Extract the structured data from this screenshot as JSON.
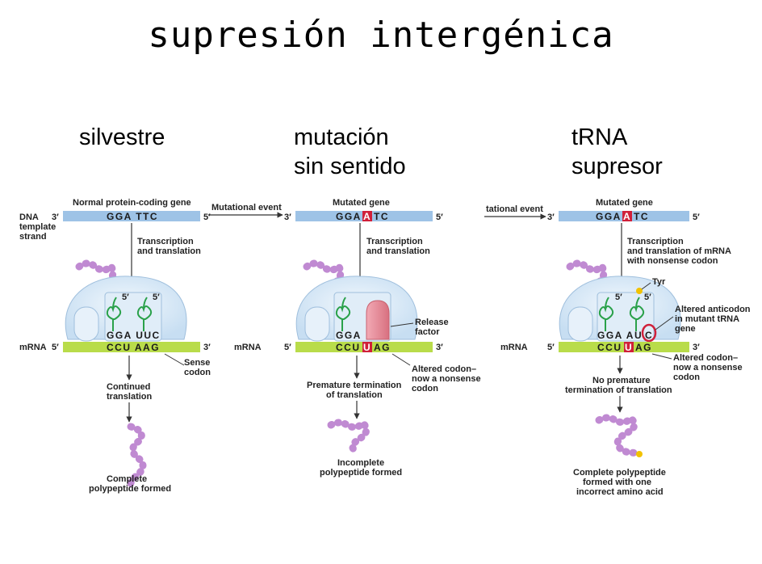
{
  "title": "supresión intergénica",
  "columns": {
    "wild": {
      "heading_1": "silvestre"
    },
    "nonsense": {
      "heading_1": "mutación",
      "heading_2": "sin sentido"
    },
    "suppressor": {
      "heading_1": "tRNA",
      "heading_2": "supresor"
    }
  },
  "labels": {
    "dna_1": "DNA",
    "dna_2": "template",
    "dna_3": "strand",
    "mrna": "mRNA",
    "prime3": "3′",
    "prime5": "5′"
  },
  "panel1": {
    "gene_title": "Normal protein-coding gene",
    "dna_seq": "GGA TTC",
    "step_1": "Transcription",
    "step_2": "and translation",
    "anticodon": "GGA UUC",
    "mrna_seq": "CCU AAG",
    "codon_1": "Sense",
    "codon_2": "codon",
    "result_1": "Continued",
    "result_2": "translation",
    "final_1": "Complete",
    "final_2": "polypeptide formed"
  },
  "event1": "Mutational event",
  "panel2": {
    "gene_title": "Mutated gene",
    "dna_a": "GGA",
    "dna_mut": "A",
    "dna_b": "TC",
    "step_1": "Transcription",
    "step_2": "and translation",
    "anticodon": "GGA",
    "mrna_a": "CCU",
    "mrna_mut": "U",
    "mrna_b": "AG",
    "release_1": "Release",
    "release_2": "factor",
    "codon_1": "Altered codon–",
    "codon_2": "now a nonsense",
    "codon_3": "codon",
    "result_1": "Premature termination",
    "result_2": "of translation",
    "final_1": "Incomplete",
    "final_2": "polypeptide formed"
  },
  "event2": "tational event",
  "panel3": {
    "gene_title": "Mutated gene",
    "dna_a": "GGA",
    "dna_mut": "A",
    "dna_b": "TC",
    "step_1": "Transcription",
    "step_2": "and translation of mRNA",
    "step_3": "with nonsense codon",
    "tyr": "Tyr",
    "anticodon_a": "GGA AU",
    "anticodon_mut": "C",
    "mrna_a": "CCU",
    "mrna_mut": "U",
    "mrna_b": "AG",
    "alt_anti_1": "Altered anticodon",
    "alt_anti_2": "in mutant tRNA",
    "alt_anti_3": "gene",
    "codon_1": "Altered codon–",
    "codon_2": "now a nonsense",
    "codon_3": "codon",
    "result_1": "No premature",
    "result_2": "termination of translation",
    "final_1": "Complete polypeptide",
    "final_2": "formed with one",
    "final_3": "incorrect amino acid"
  },
  "colors": {
    "dna_bar": "#9ec3e6",
    "mrna_bar": "#b9dc4a",
    "ribosome": "#d6e8f7",
    "trna": "#2aa14a",
    "polypeptide": "#c08ad2",
    "release_factor": "#e88b9a",
    "mutation": "#d0203a",
    "tyr": "#f2c200"
  }
}
